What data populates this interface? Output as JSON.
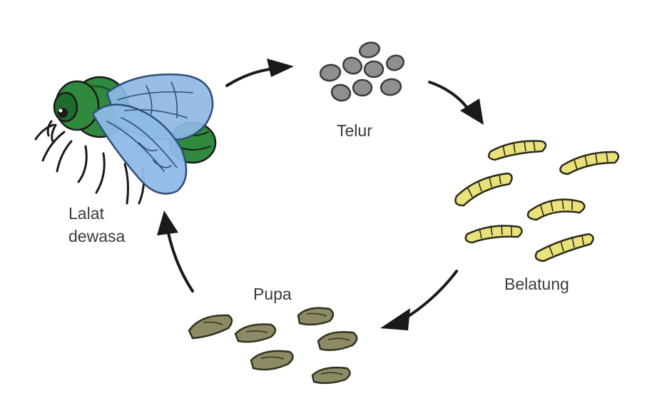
{
  "diagram": {
    "stages": [
      {
        "id": "telur",
        "label": "Telur"
      },
      {
        "id": "belatung",
        "label": "Belatung"
      },
      {
        "id": "pupa",
        "label": "Pupa"
      },
      {
        "id": "lalat-dewasa",
        "label_lines": [
          "Lalat",
          "dewasa"
        ]
      }
    ]
  },
  "colors": {
    "background": "#ffffff",
    "ink": "#1a1a1a",
    "label_text": "#3a3a3a",
    "egg_fill": "#8f8f8f",
    "egg_stroke": "#3b3b3b",
    "larva_fill": "#e9e27a",
    "larva_stroke": "#2a2a1a",
    "pupa_fill": "#8d8a66",
    "pupa_stroke": "#33321f",
    "fly_body": "#2f8a3e",
    "fly_body_dark": "#1d5c29",
    "fly_wing": "#8fb9e6",
    "fly_wing_stroke": "#2e4f79"
  },
  "icons": {
    "fly": "fly-icon",
    "egg": "egg-icon",
    "larva": "larva-icon",
    "pupa": "pupa-icon",
    "arrow": "curved-arrow-icon"
  }
}
